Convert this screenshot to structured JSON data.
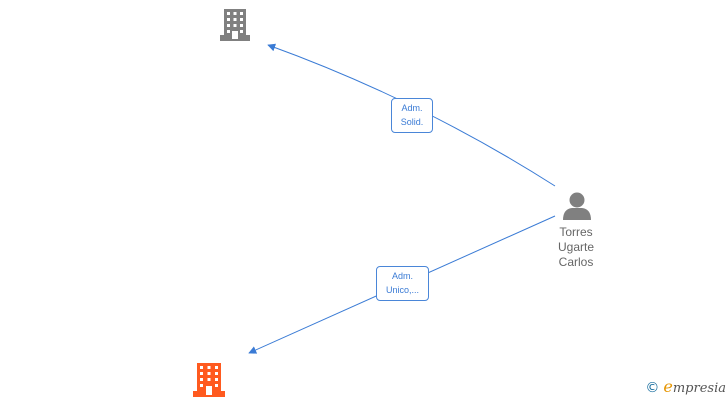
{
  "nodes": {
    "company_top": {
      "type": "company",
      "color": "#808080",
      "icon": "building-icon"
    },
    "company_bottom": {
      "type": "company",
      "color": "#ff5a1f",
      "icon": "building-icon"
    },
    "person": {
      "type": "person",
      "color": "#808080",
      "icon": "person-icon",
      "name_lines": [
        "Torres",
        "Ugarte",
        "Carlos"
      ]
    }
  },
  "edges": [
    {
      "from": "person",
      "to": "company_top",
      "label_lines": [
        "Adm.",
        "Solid."
      ]
    },
    {
      "from": "person",
      "to": "company_bottom",
      "label_lines": [
        "Adm.",
        "Unico,..."
      ]
    }
  ],
  "edge_color": "#3a7bd5",
  "brand": {
    "copyright_symbol": "©",
    "initial": "e",
    "rest": "mpresia"
  }
}
